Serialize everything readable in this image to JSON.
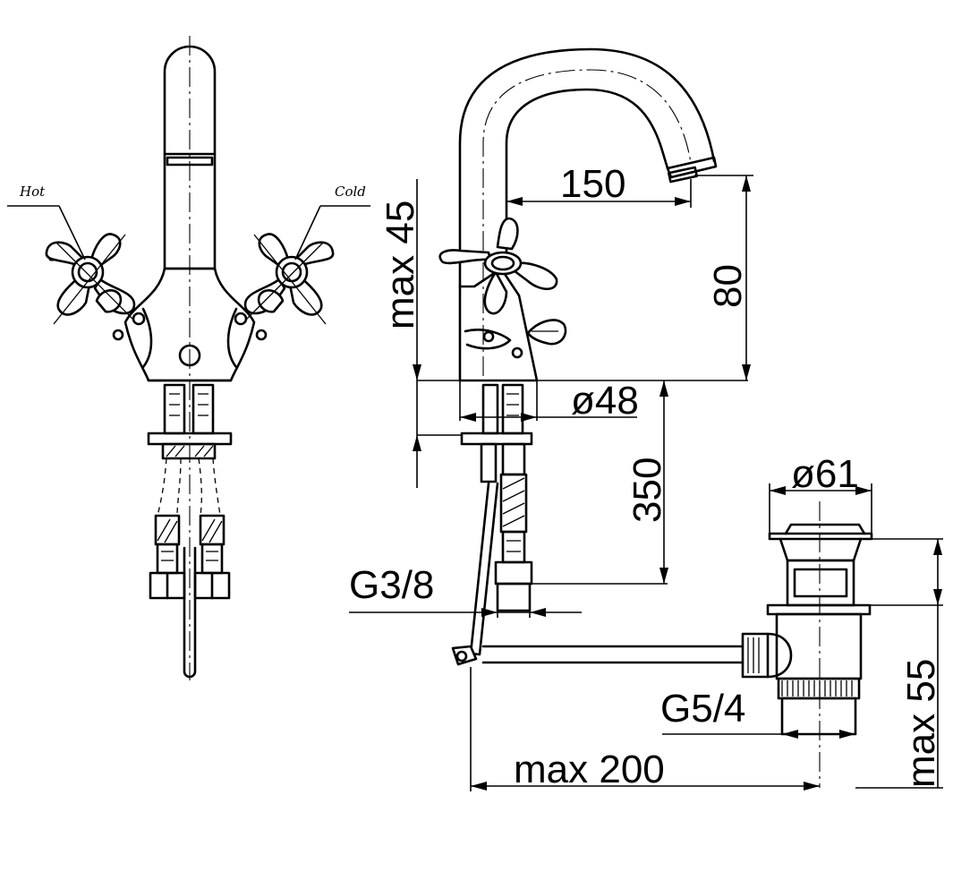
{
  "labels": {
    "hot": "Hot",
    "cold": "Cold"
  },
  "dimensions": {
    "spout_reach": "150",
    "spout_height": "80",
    "handle_max": "max 45",
    "base_diameter": "ø48",
    "hose_length": "350",
    "hose_thread": "G3/8",
    "waste_diameter": "ø61",
    "waste_thread": "G5/4",
    "waste_height": "max 55",
    "rod_length": "max 200"
  }
}
